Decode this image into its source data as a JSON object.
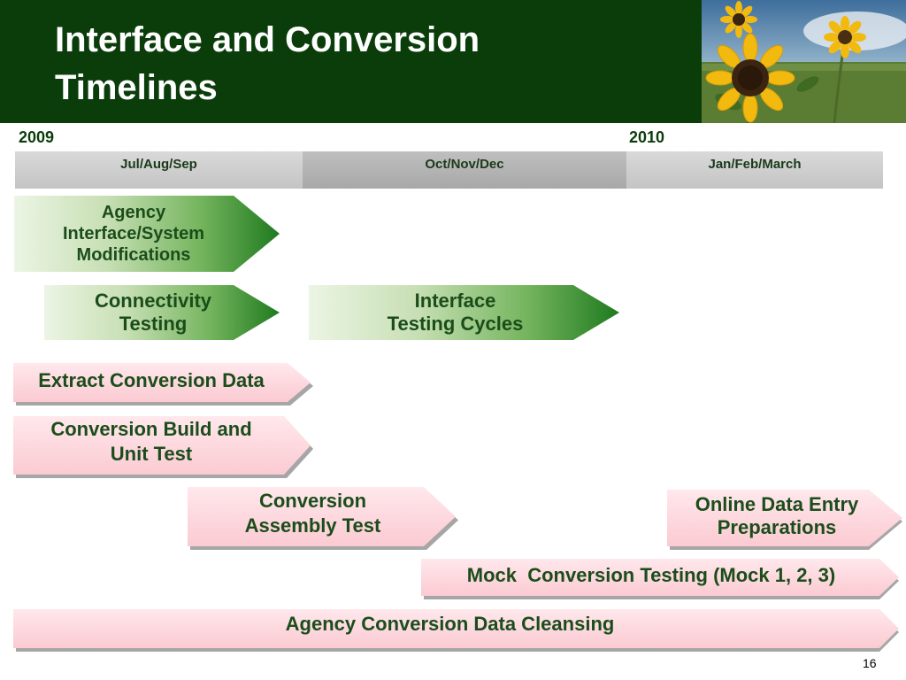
{
  "slide": {
    "title_line1": "Interface and Conversion",
    "title_line2": "Timelines",
    "page_number": "16",
    "header_image_icon": "sunflower-photo"
  },
  "years": [
    "2009",
    "2010"
  ],
  "quarters": [
    "Jul/Aug/Sep",
    "Oct/Nov/Dec",
    "Jan/Feb/March"
  ],
  "tasks": {
    "agency_interface": [
      "Agency",
      "Interface/System",
      "Modifications"
    ],
    "connectivity": [
      "Connectivity",
      "Testing"
    ],
    "interface_testing": [
      "Interface",
      "Testing Cycles"
    ],
    "extract": "Extract Conversion Data",
    "build_unit": [
      "Conversion Build and",
      "Unit Test"
    ],
    "assembly": [
      "Conversion",
      "Assembly Test"
    ],
    "online_prep": [
      "Online Data Entry",
      "Preparations"
    ],
    "mock": "Mock  Conversion Testing (Mock 1, 2, 3)",
    "cleansing": "Agency Conversion Data Cleansing"
  },
  "colors": {
    "header_green": "#0b3d0b",
    "task_text": "#1b4d1b",
    "pink_fill": "#fbcad2",
    "chevron_green": "#1f7a1f"
  }
}
